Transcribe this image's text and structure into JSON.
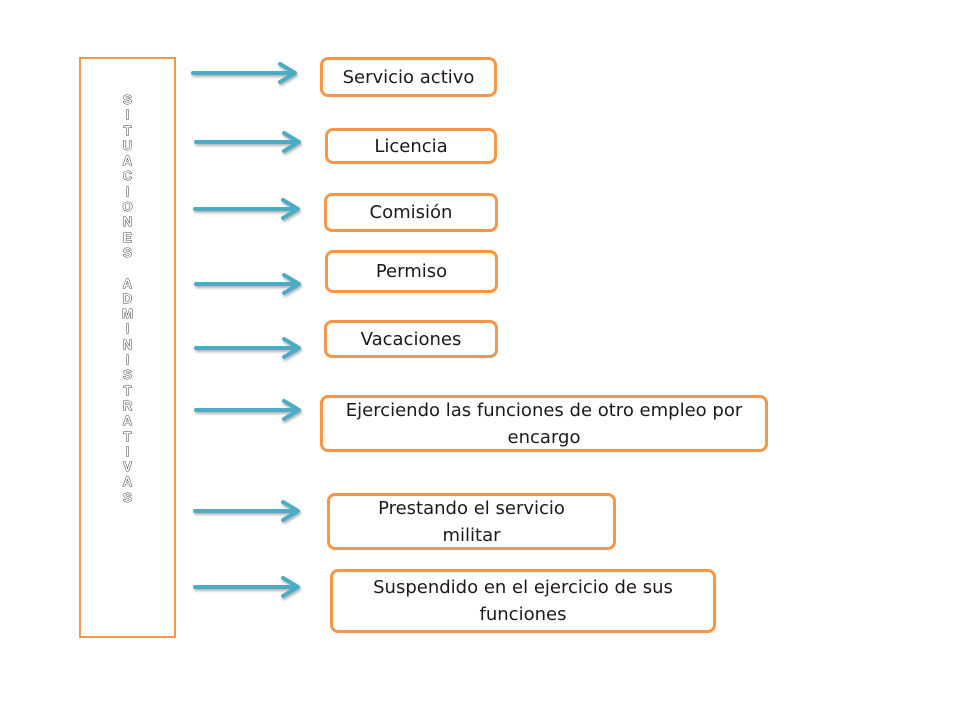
{
  "diagram": {
    "vertical_label": "SITUACIONES ADMINISTRATIVAS",
    "items": [
      {
        "id": "servicio-activo",
        "label": "Servicio activo"
      },
      {
        "id": "licencia",
        "label": "Licencia"
      },
      {
        "id": "comision",
        "label": "Comisión"
      },
      {
        "id": "permiso",
        "label": "Permiso"
      },
      {
        "id": "vacaciones",
        "label": "Vacaciones"
      },
      {
        "id": "encargo",
        "label": "Ejerciendo las funciones de otro empleo por encargo"
      },
      {
        "id": "servicio-militar",
        "label": "Prestando el servicio militar"
      },
      {
        "id": "suspendido",
        "label": "Suspendido en el ejercicio de sus funciones"
      }
    ],
    "colors": {
      "box_border": "#F79646",
      "arrow": "#4BACC6"
    }
  }
}
